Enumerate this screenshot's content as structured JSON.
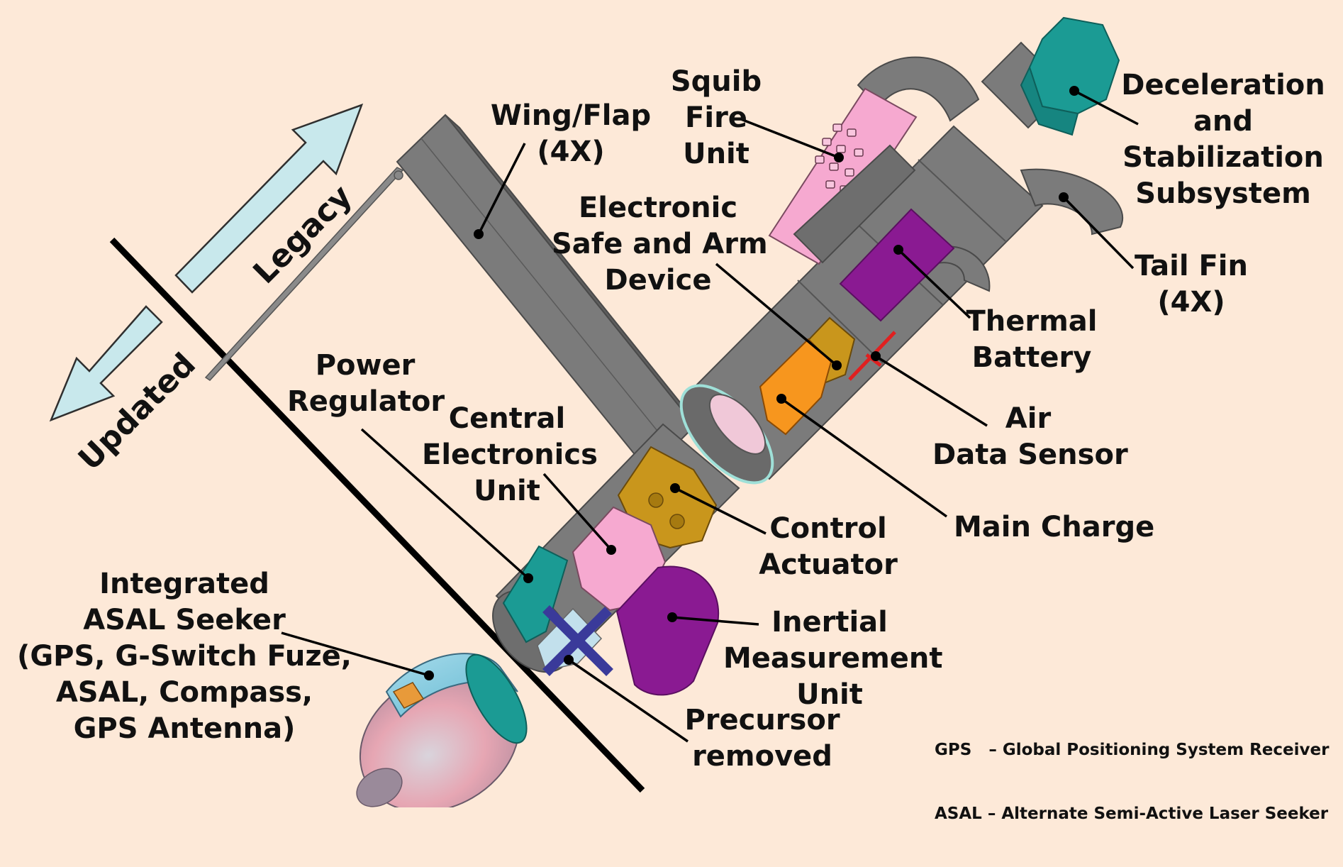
{
  "labels": {
    "squib_fire_unit": [
      "Squib",
      "Fire",
      "Unit"
    ],
    "wing_flap": [
      "Wing/Flap",
      "(4X)"
    ],
    "decel_stab": [
      "Deceleration",
      "and",
      "Stabilization",
      "Subsystem"
    ],
    "esad": [
      "Electronic",
      "Safe and Arm",
      "Device"
    ],
    "tail_fin": [
      "Tail Fin",
      "(4X)"
    ],
    "thermal_battery": [
      "Thermal",
      "Battery"
    ],
    "power_regulator": [
      "Power",
      "Regulator"
    ],
    "central_electronics": [
      "Central",
      "Electronics",
      "Unit"
    ],
    "air_data_sensor": [
      "Air",
      "Data Sensor"
    ],
    "main_charge": [
      "Main Charge"
    ],
    "control_actuator": [
      "Control",
      "Actuator"
    ],
    "integrated_seeker": [
      "Integrated",
      "ASAL Seeker",
      "(GPS, G-Switch Fuze,",
      "ASAL, Compass,",
      "GPS Antenna)"
    ],
    "imu": [
      "Inertial",
      "Measurement",
      "Unit"
    ],
    "precursor": [
      "Precursor",
      "removed"
    ]
  },
  "direction": {
    "legacy": "Legacy",
    "updated": "Updated"
  },
  "acronyms": [
    "GPS   – Global Positioning System Receiver",
    "ASAL – Alternate Semi-Active Laser Seeker"
  ],
  "colors": {
    "background": "#fde9d8",
    "body_gray": "#7b7b7b",
    "teal": "#1b9b94",
    "pink": "#f6a9d0",
    "purple": "#8a1a92",
    "gold": "#c9961c",
    "orange": "#f7961e",
    "arrow": "#c8e8ec",
    "cross": "#3a3a9a"
  }
}
